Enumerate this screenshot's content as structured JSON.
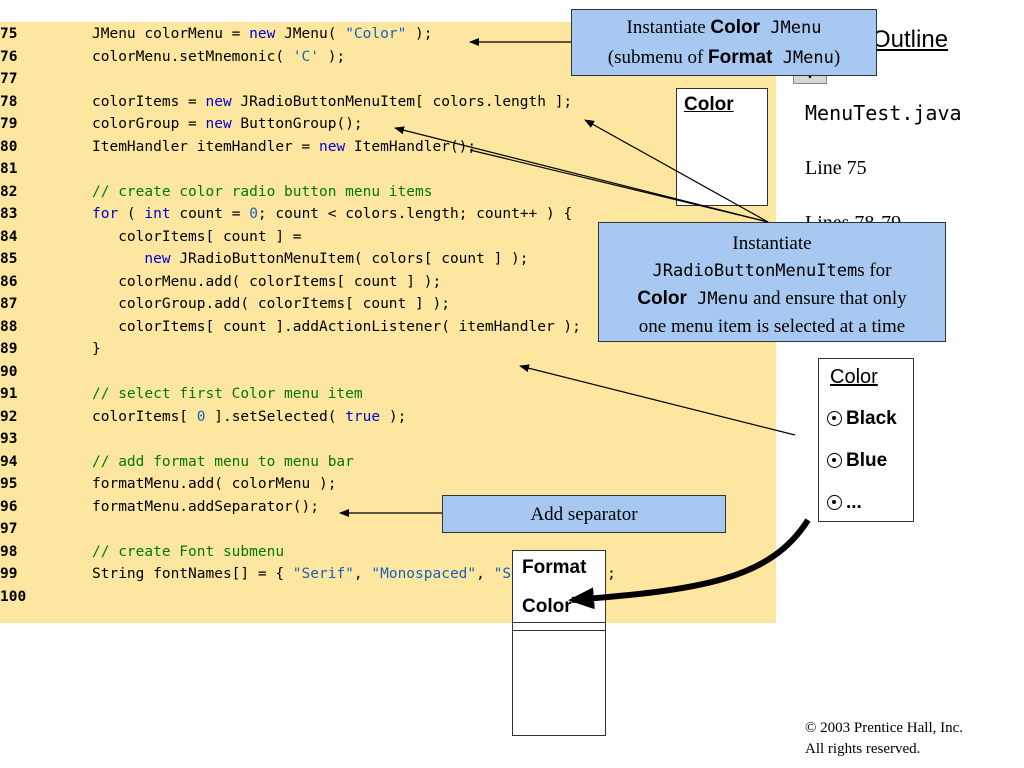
{
  "code_lines": [
    {
      "num": "75",
      "parts": [
        {
          "t": "JMenu colorMenu = "
        },
        {
          "t": "new",
          "c": "kw"
        },
        {
          "t": " JMenu( "
        },
        {
          "t": "\"Color\"",
          "c": "str"
        },
        {
          "t": " );"
        }
      ]
    },
    {
      "num": "76",
      "parts": [
        {
          "t": "colorMenu.setMnemonic( "
        },
        {
          "t": "'C'",
          "c": "str"
        },
        {
          "t": " );"
        }
      ]
    },
    {
      "num": "77",
      "parts": []
    },
    {
      "num": "78",
      "parts": [
        {
          "t": "colorItems = "
        },
        {
          "t": "new",
          "c": "kw"
        },
        {
          "t": " JRadioButtonMenuItem[ colors.length ];"
        }
      ]
    },
    {
      "num": "79",
      "parts": [
        {
          "t": "colorGroup = "
        },
        {
          "t": "new",
          "c": "kw"
        },
        {
          "t": " ButtonGroup();"
        }
      ]
    },
    {
      "num": "80",
      "parts": [
        {
          "t": "ItemHandler itemHandler = "
        },
        {
          "t": "new",
          "c": "kw"
        },
        {
          "t": " ItemHandler();"
        }
      ]
    },
    {
      "num": "81",
      "parts": []
    },
    {
      "num": "82",
      "parts": [
        {
          "t": "// create color radio button menu items",
          "c": "cmt"
        }
      ]
    },
    {
      "num": "83",
      "parts": [
        {
          "t": "for",
          "c": "kw"
        },
        {
          "t": " ( "
        },
        {
          "t": "int",
          "c": "kw"
        },
        {
          "t": " count = "
        },
        {
          "t": "0",
          "c": "num"
        },
        {
          "t": "; count < colors.length; count++ ) {"
        }
      ]
    },
    {
      "num": "84",
      "parts": [
        {
          "t": "   colorItems[ count ] ="
        }
      ]
    },
    {
      "num": "85",
      "parts": [
        {
          "t": "      "
        },
        {
          "t": "new",
          "c": "kw"
        },
        {
          "t": " JRadioButtonMenuItem( colors[ count ] );"
        }
      ]
    },
    {
      "num": "86",
      "parts": [
        {
          "t": "   colorMenu.add( colorItems[ count ] );"
        }
      ]
    },
    {
      "num": "87",
      "parts": [
        {
          "t": "   colorGroup.add( colorItems[ count ] );"
        }
      ]
    },
    {
      "num": "88",
      "parts": [
        {
          "t": "   colorItems[ count ].addActionListener( itemHandler );"
        }
      ]
    },
    {
      "num": "89",
      "parts": [
        {
          "t": "}"
        }
      ]
    },
    {
      "num": "90",
      "parts": []
    },
    {
      "num": "91",
      "parts": [
        {
          "t": "// select first Color menu item",
          "c": "cmt"
        }
      ]
    },
    {
      "num": "92",
      "parts": [
        {
          "t": "colorItems[ "
        },
        {
          "t": "0",
          "c": "num"
        },
        {
          "t": " ].setSelected( "
        },
        {
          "t": "true",
          "c": "kw"
        },
        {
          "t": " );"
        }
      ]
    },
    {
      "num": "93",
      "parts": []
    },
    {
      "num": "94",
      "parts": [
        {
          "t": "// add format menu to menu bar",
          "c": "cmt"
        }
      ]
    },
    {
      "num": "95",
      "parts": [
        {
          "t": "formatMenu.add( colorMenu );"
        }
      ]
    },
    {
      "num": "96",
      "parts": [
        {
          "t": "formatMenu.addSeparator();"
        }
      ]
    },
    {
      "num": "97",
      "parts": []
    },
    {
      "num": "98",
      "parts": [
        {
          "t": "// create Font submenu",
          "c": "cmt"
        }
      ]
    },
    {
      "num": "99",
      "parts": [
        {
          "t": "String fontNames[] = { "
        },
        {
          "t": "\"Serif\"",
          "c": "str"
        },
        {
          "t": ", "
        },
        {
          "t": "\"Monospaced\"",
          "c": "str"
        },
        {
          "t": ", "
        },
        {
          "t": "\"SansSerif\"",
          "c": "str"
        },
        {
          "t": " };"
        }
      ]
    },
    {
      "num": "100",
      "parts": []
    }
  ],
  "callouts": {
    "instantiate_color": {
      "l1": "Instantiate ",
      "b1": "Color",
      "m1": " JMenu",
      "l2": "(submenu of ",
      "b2": "Format",
      "m2": " JMenu",
      "l3": ")"
    },
    "instantiate_radio": {
      "l1": "Instantiate",
      "m1": "JRadioButtonMenuItem",
      "t1": "s for",
      "b1": "Color",
      "m2": " JMenu",
      "t2": " and ensure that only",
      "t3": "one menu item is selected at a time"
    },
    "separator": "Add separator"
  },
  "sidebar": {
    "outline_title": "Outline",
    "nav_glyph": "∨",
    "filename": "MenuTest.java",
    "line75": "Line 75",
    "lines7879": "Lines 78-79"
  },
  "mini_menus": {
    "color_top_label": "Color",
    "color_menu": {
      "title": "Color",
      "items": [
        "Black",
        "Blue",
        "..."
      ]
    },
    "format_menu": {
      "title": "Format",
      "item": "Color"
    }
  },
  "copyright": {
    "line1": "© 2003 Prentice Hall, Inc.",
    "line2": "All rights reserved."
  }
}
